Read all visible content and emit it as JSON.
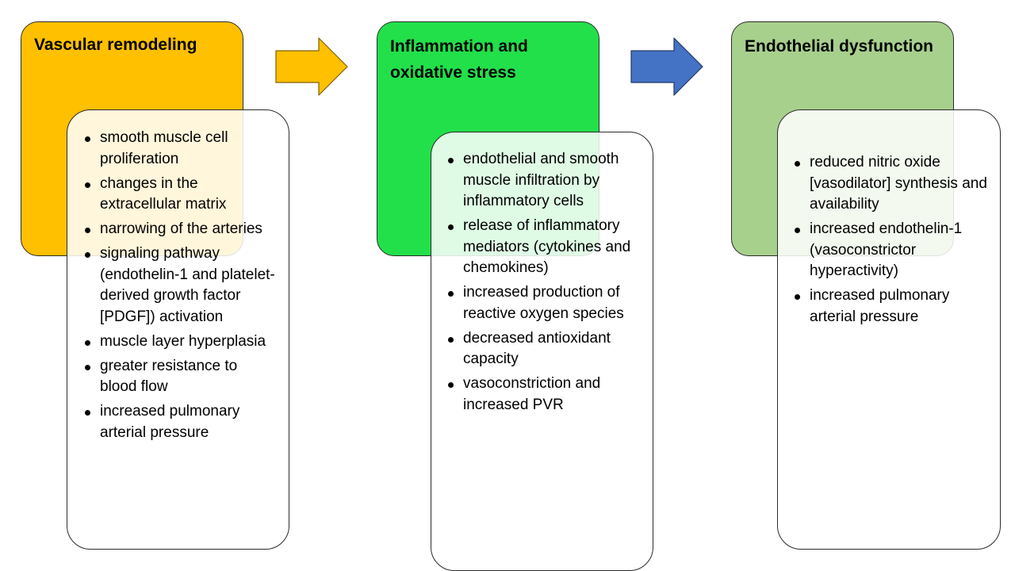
{
  "stages": [
    {
      "title": "Vascular remodeling",
      "fill": "#ffc000",
      "items": [
        "smooth muscle cell proliferation",
        "changes in the extracellular matrix",
        "narrowing of the arteries",
        "signaling pathway (endothelin-1 and platelet-derived growth factor [PDGF]) activation",
        "muscle layer hyperplasia",
        "greater resistance to blood flow",
        "increased pulmonary arterial pressure"
      ]
    },
    {
      "title": "Inflammation and oxidative stress",
      "fill": "#22e04a",
      "items": [
        "endothelial and smooth muscle infiltration by inflammatory cells",
        "release of inflammatory mediators (cytokines and chemokines)",
        "increased production of reactive oxygen species",
        "decreased antioxidant capacity",
        "vasoconstriction and increased PVR"
      ]
    },
    {
      "title": "Endothelial dysfunction",
      "fill": "#a8d08d",
      "items": [
        "reduced nitric oxide [vasodilator] synthesis and availability",
        "increased endothelin-1 (vasoconstrictor hyperactivity)",
        "increased pulmonary arterial pressure"
      ]
    }
  ],
  "arrows": [
    {
      "icon": "right-arrow-icon",
      "fill": "#ffc000"
    },
    {
      "icon": "right-arrow-icon",
      "fill": "#4472c4"
    }
  ]
}
